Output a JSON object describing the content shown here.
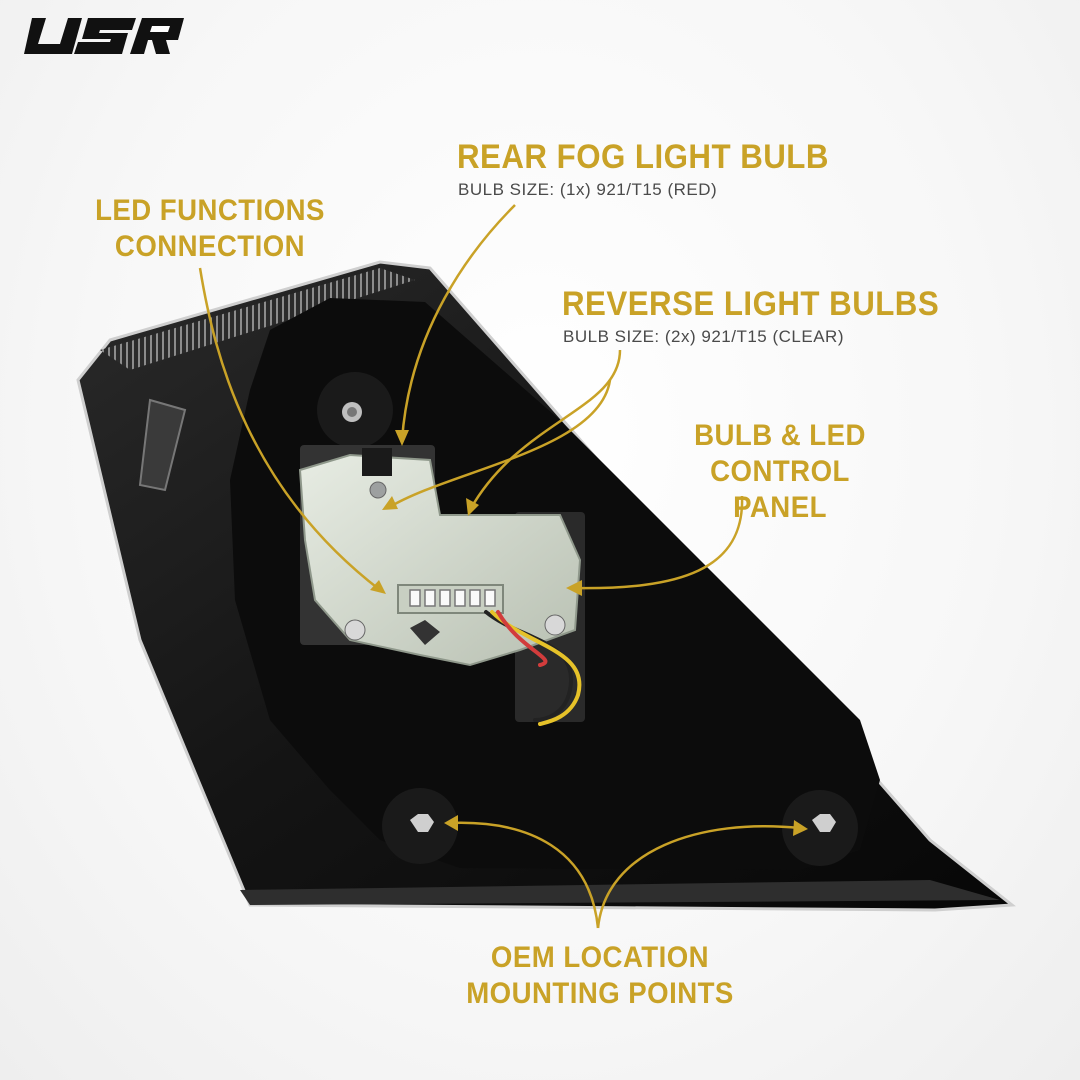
{
  "brand": {
    "logo_text": "USR"
  },
  "callouts": {
    "rear_fog": {
      "title": "REAR FOG LIGHT BULB",
      "subtitle": "BULB SIZE: (1x) 921/T15 (RED)"
    },
    "led_functions": {
      "line1": "LED FUNCTIONS",
      "line2": "CONNECTION"
    },
    "reverse": {
      "title": "REVERSE LIGHT BULBS",
      "subtitle": "BULB SIZE: (2x) 921/T15 (CLEAR)"
    },
    "control_panel": {
      "line1": "BULB & LED",
      "line2": "CONTROL PANEL"
    },
    "oem_mounting": {
      "line1": "OEM LOCATION",
      "line2": "MOUNTING POINTS"
    }
  },
  "colors": {
    "accent": "#c9a227",
    "subtitle": "#4a4a4a",
    "housing": "#151515",
    "panel": "#0c0c0c",
    "socket": "#d6ddd1"
  }
}
